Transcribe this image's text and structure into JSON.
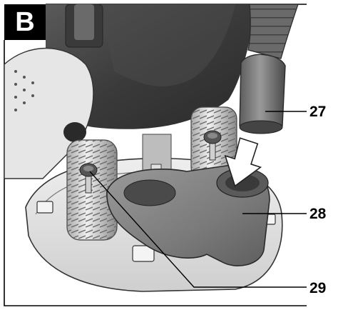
{
  "figure": {
    "panel_letter": "B",
    "callouts": {
      "hose": "27",
      "dust_extraction_adapter": "28",
      "screws": "29"
    },
    "colors": {
      "machine_body": "#3c3c3c",
      "adapter_gray": "#7a7a7a",
      "base_plate": "#e2e2e2",
      "arrow": "#ffffff"
    }
  }
}
